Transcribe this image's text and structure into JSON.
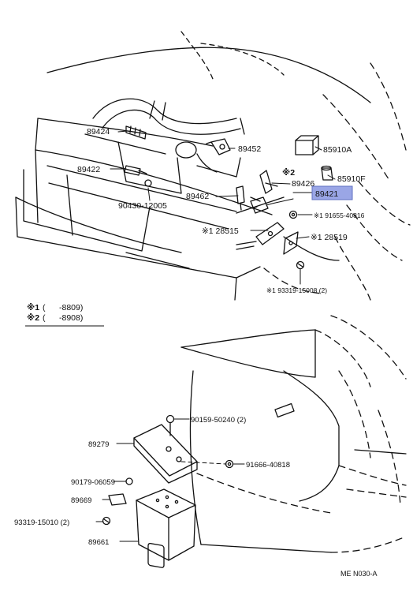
{
  "diagram": {
    "labels": {
      "p89424": "89424",
      "p89452": "89452",
      "p85910A": "85910A",
      "p89422": "89422",
      "mark2_top": "※2",
      "p85910F": "85910F",
      "p89426": "89426",
      "p89462": "89462",
      "p89421": "89421",
      "p90430": "90430-12005",
      "p91655": "※1 91655-40816",
      "p28515": "※1 28515",
      "p28519": "※1 28519",
      "p93319a": "※1 93319-15008 (2)",
      "p90159": "90159-50240 (2)",
      "p89279": "89279",
      "p91666": "91666-40818",
      "p90179": "90179-06059",
      "p89669": "89669",
      "p93319b": "93319-15010 (2)",
      "p89661": "89661"
    },
    "legend": {
      "row1_mark": "※1",
      "row1_text": "(      -8809)",
      "row2_mark": "※2",
      "row2_text": "(      -8908)"
    },
    "highlight_color": "#9aa6e6",
    "footer_code": "ME N030-A"
  }
}
